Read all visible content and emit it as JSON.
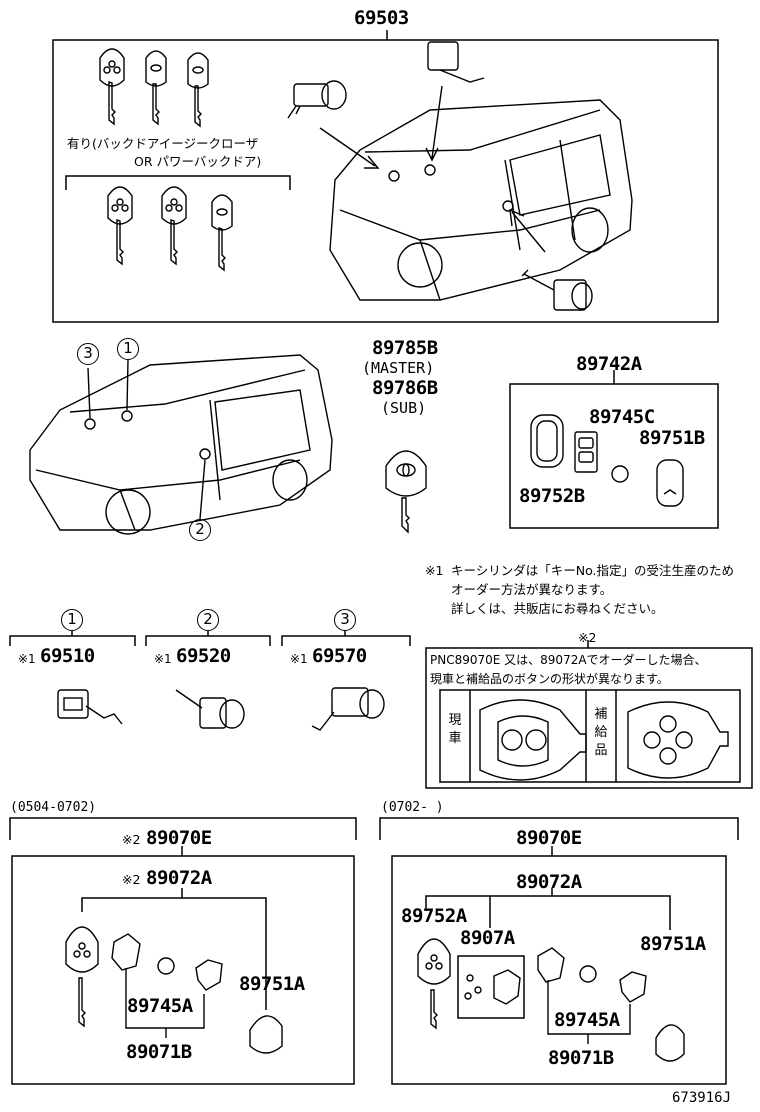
{
  "main_assembly": {
    "part": "69503"
  },
  "note_backdoor": {
    "line1": "有り(バックドアイージークローザ",
    "line2": "OR  パワーバックドア)"
  },
  "positions": {
    "one": "1",
    "two": "2",
    "three": "3"
  },
  "master_key": {
    "part_master": "89785B",
    "label_master": "(MASTER)",
    "part_sub": "89786B",
    "label_sub": "(SUB)"
  },
  "keyset": {
    "part": "89742A",
    "battery": "89745C",
    "cover": "89751B",
    "case": "89752B"
  },
  "note1": {
    "mark": "※1",
    "line1": "キーシリンダは「キーNo.指定」の受注生産のため",
    "line2": "オーダー方法が異なります。",
    "line3": "詳しくは、共販店にお尋ねください。"
  },
  "cylinders": [
    {
      "num": "1",
      "mark": "※1",
      "part": "69510"
    },
    {
      "num": "2",
      "mark": "※1",
      "part": "69520"
    },
    {
      "num": "3",
      "mark": "※1",
      "part": "69570"
    }
  ],
  "note2": {
    "mark": "※2",
    "line1": "PNC89070E 又は、89072Aでオーダーした場合、",
    "line2": "現車と補給品のボタンの形状が異なります。",
    "current_label": "現車",
    "supply_label": "補給品"
  },
  "left_period": {
    "range": "(0504-0702)",
    "mark_a": "※2",
    "assy": "89070E",
    "mark_b": "※2",
    "sub": "89072A",
    "battery": "89745A",
    "cover": "89751A",
    "transmitter": "89071B"
  },
  "right_period": {
    "range": "(0702-      )",
    "assy": "89070E",
    "sub": "89072A",
    "case": "89752A",
    "board": "8907A",
    "cover": "89751A",
    "battery": "89745A",
    "transmitter": "89071B"
  },
  "footer": {
    "code": "673916J"
  }
}
